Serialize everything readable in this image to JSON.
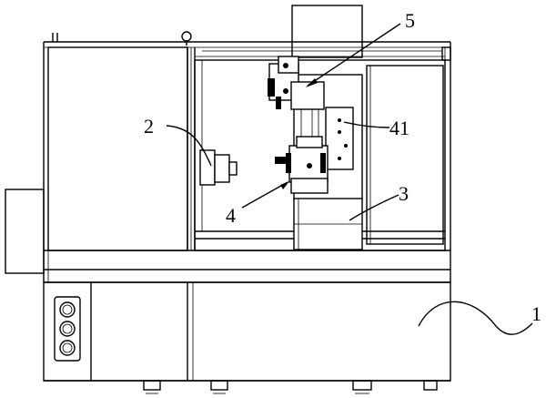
{
  "labels": {
    "l1": "1",
    "l2": "2",
    "l3": "3",
    "l4": "4",
    "l5": "5",
    "l41": "41"
  }
}
